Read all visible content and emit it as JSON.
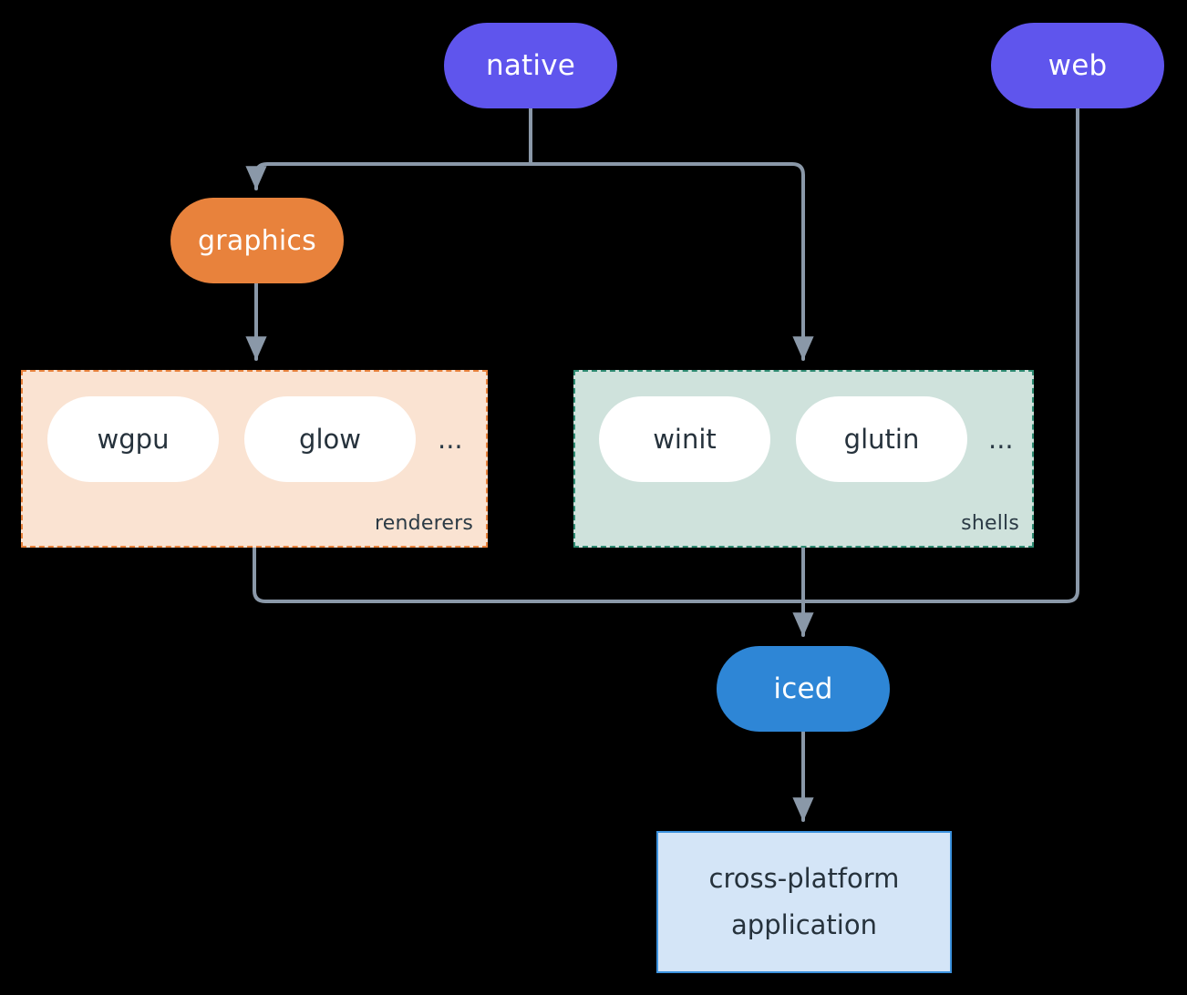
{
  "diagram": {
    "type": "flowchart",
    "background": "#000000",
    "edge_color": "#8A98A8",
    "nodes": {
      "native": {
        "label": "native",
        "shape": "stadium",
        "fill": "#5F55ED",
        "text_color": "#FFFFFF"
      },
      "web": {
        "label": "web",
        "shape": "stadium",
        "fill": "#5F55ED",
        "text_color": "#FFFFFF"
      },
      "graphics": {
        "label": "graphics",
        "shape": "stadium",
        "fill": "#E8823C",
        "text_color": "#FFFFFF"
      },
      "iced": {
        "label": "iced",
        "shape": "stadium",
        "fill": "#2E86D6",
        "text_color": "#FFFFFF"
      },
      "application": {
        "line1": "cross-platform",
        "line2": "application",
        "shape": "rectangle",
        "fill": "#D4E5F7",
        "border": "#3C92DE",
        "text_color": "#26323C"
      }
    },
    "groups": {
      "renderers": {
        "label": "renderers",
        "fill": "#FAE3D2",
        "border": "#E8823C",
        "border_style": "dashed",
        "items": [
          "wgpu",
          "glow"
        ],
        "overflow": "..."
      },
      "shells": {
        "label": "shells",
        "fill": "#CFE2DC",
        "border": "#2E8B72",
        "border_style": "dashed",
        "items": [
          "winit",
          "glutin"
        ],
        "overflow": "..."
      }
    },
    "edges": [
      {
        "from": "native",
        "to": "graphics"
      },
      {
        "from": "native",
        "to": "shells"
      },
      {
        "from": "graphics",
        "to": "renderers"
      },
      {
        "from": "renderers",
        "to": "iced"
      },
      {
        "from": "shells",
        "to": "iced"
      },
      {
        "from": "web",
        "to": "iced"
      },
      {
        "from": "iced",
        "to": "application"
      }
    ]
  }
}
